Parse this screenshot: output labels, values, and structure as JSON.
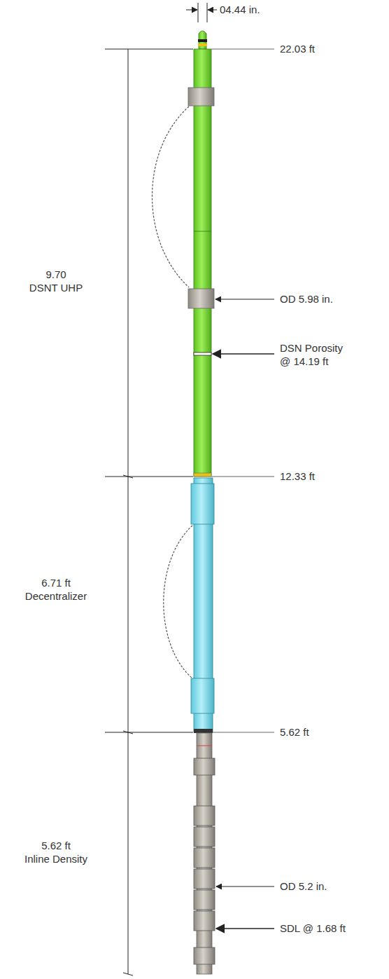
{
  "diagram": {
    "labels": [
      "04.44 in.",
      "22.03 ft",
      "9.70",
      "DSNT UHP",
      "OD 5.98 in.",
      "DSN Porosity",
      "@ 14.19 ft",
      "12.33 ft",
      "6.71 ft",
      "Decentralizer",
      "5.62 ft",
      "5.62 ft",
      "Inline Density",
      "OD 5.2 in.",
      "SDL @ 1.68 ft"
    ]
  }
}
